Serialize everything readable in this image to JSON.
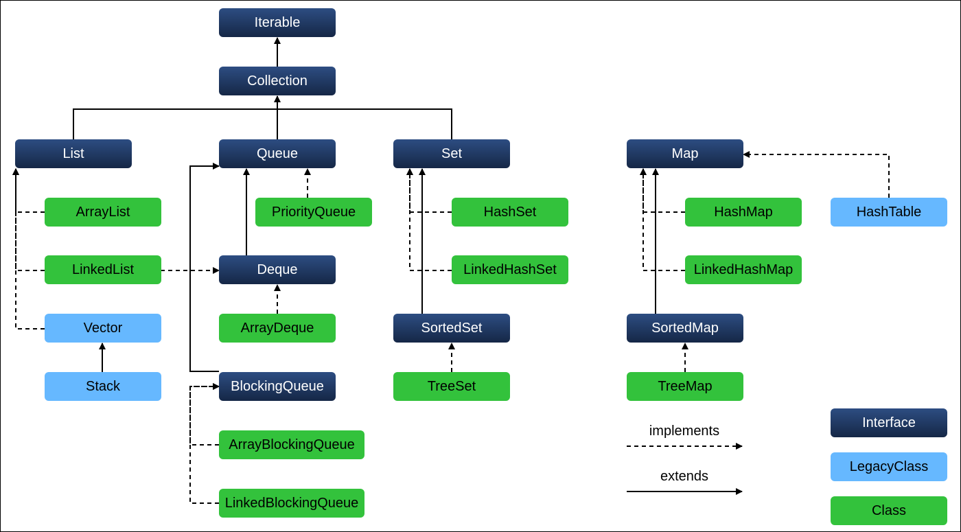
{
  "colors": {
    "interface": "#1f3a68",
    "legacy_class": "#66b8ff",
    "class": "#33c23c",
    "line": "#000000"
  },
  "nodes": {
    "iterable": "Iterable",
    "collection": "Collection",
    "list": "List",
    "queue": "Queue",
    "set": "Set",
    "map": "Map",
    "arraylist": "ArrayList",
    "linkedlist": "LinkedList",
    "vector": "Vector",
    "stack": "Stack",
    "priorityqueue": "PriorityQueue",
    "deque": "Deque",
    "arraydeque": "ArrayDeque",
    "blockingqueue": "BlockingQueue",
    "arrayblockingqueue": "ArrayBlockingQueue",
    "linkedblockingqueue": "LinkedBlockingQueue",
    "hashset": "HashSet",
    "linkedhashset": "LinkedHashSet",
    "sortedset": "SortedSet",
    "treeset": "TreeSet",
    "hashmap": "HashMap",
    "linkedhashmap": "LinkedHashMap",
    "sortedmap": "SortedMap",
    "treemap": "TreeMap",
    "hashtable": "HashTable"
  },
  "legend": {
    "implements": "implements",
    "extends": "extends",
    "interface": "Interface",
    "legacy_class": "LegacyClass",
    "class": "Class"
  }
}
